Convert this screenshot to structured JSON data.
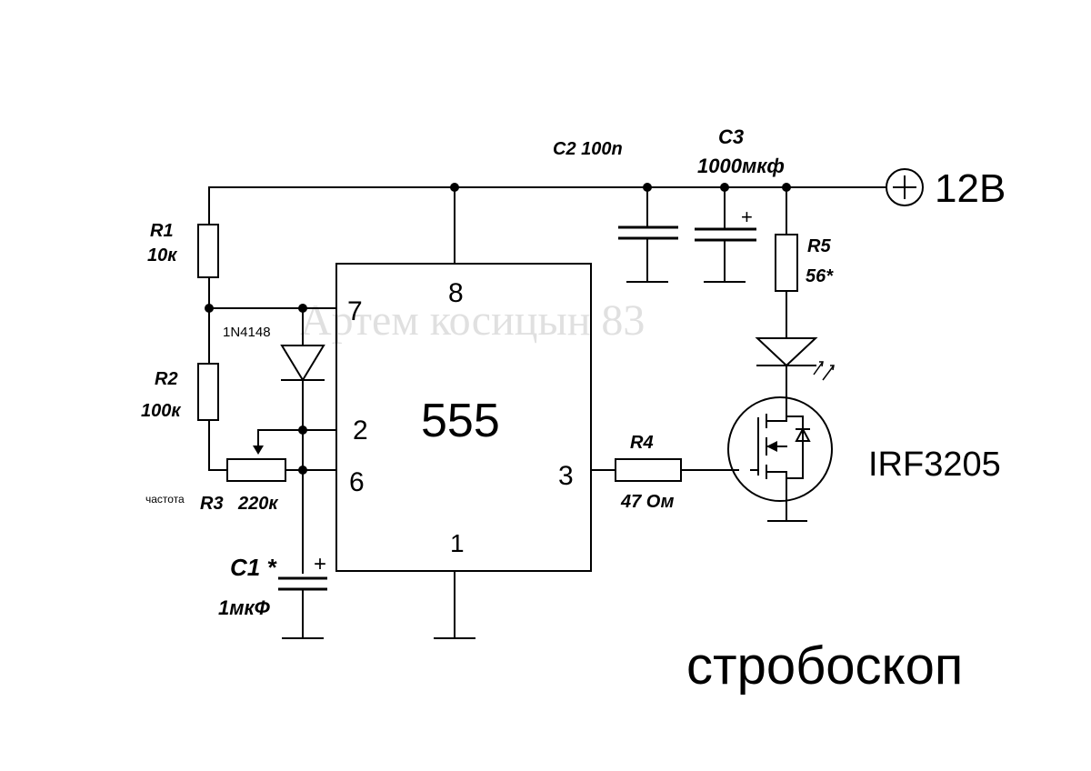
{
  "title": "стробоскоп",
  "supply": {
    "label": "12В",
    "symbol": "+"
  },
  "ic": {
    "label": "555",
    "pins": {
      "p8": "8",
      "p7": "7",
      "p2": "2",
      "p6": "6",
      "p3": "3",
      "p1": "1"
    }
  },
  "components": {
    "r1": {
      "name": "R1",
      "value": "10к"
    },
    "r2": {
      "name": "R2",
      "value": "100к"
    },
    "r3": {
      "name": "R3",
      "value": "220к",
      "note": "частота"
    },
    "r4": {
      "name": "R4",
      "value": "47 Ом"
    },
    "r5": {
      "name": "R5",
      "value": "56*"
    },
    "c1": {
      "name": "C1 *",
      "value": "1мкФ",
      "polarity": "+"
    },
    "c2": {
      "label": "C2 100n"
    },
    "c3": {
      "name": "C3",
      "value": "1000мкф",
      "polarity": "+"
    },
    "d1": {
      "label": "1N4148"
    },
    "q1": {
      "label": "IRF3205"
    }
  },
  "watermark": "Артем косицын 83"
}
